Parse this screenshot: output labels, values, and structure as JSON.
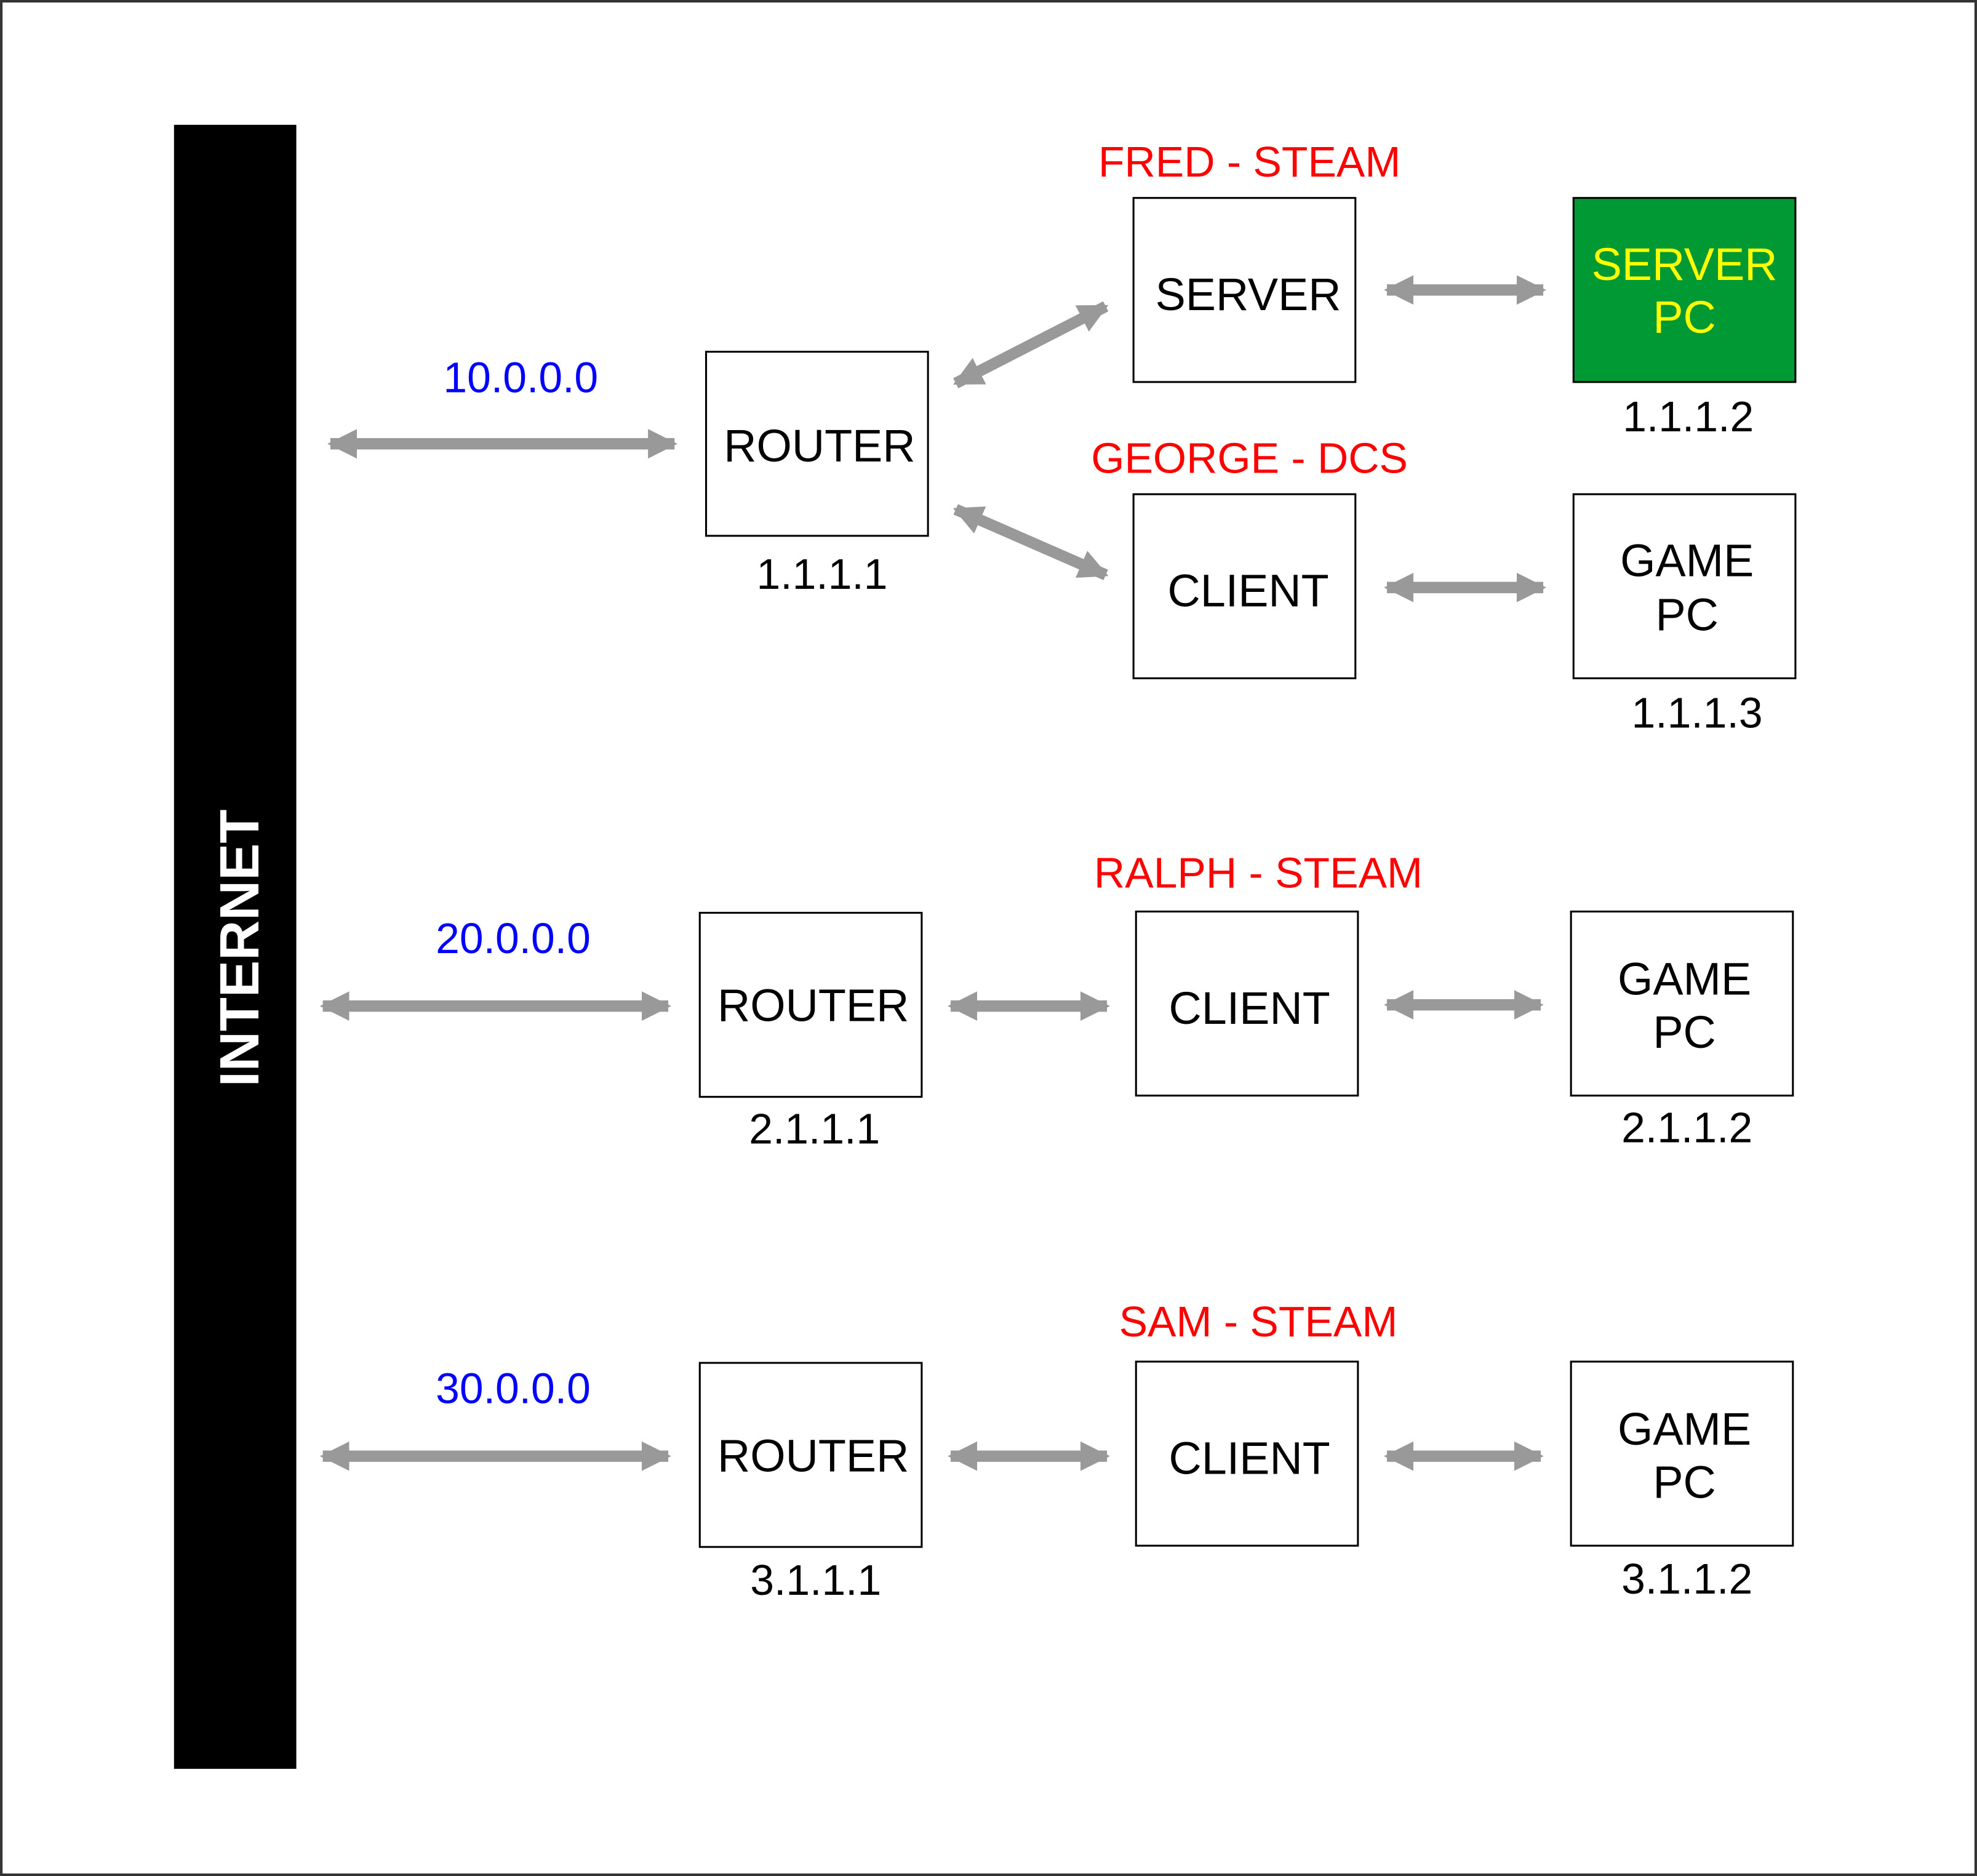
{
  "internet_label": "INTERNET",
  "colors": {
    "arrow": "#999999",
    "network_text": "#0000ff",
    "owner_text": "#ff0000",
    "ip_text": "#000000",
    "server_pc_fill": "#009933",
    "server_pc_text": "#ffff00",
    "internet_bar": "#000000"
  },
  "networks": [
    {
      "network": "10.0.0.0",
      "router": {
        "label": "ROUTER",
        "ip": "1.1.1.1"
      },
      "branches": [
        {
          "owner": "FRED - STEAM",
          "node": {
            "label": "SERVER"
          },
          "pc": {
            "lines": [
              "SERVER",
              "PC"
            ],
            "ip": "1.1.1.2",
            "highlight": true
          }
        },
        {
          "owner": "GEORGE - DCS",
          "node": {
            "label": "CLIENT"
          },
          "pc": {
            "lines": [
              "GAME",
              "PC"
            ],
            "ip": "1.1.1.3",
            "highlight": false
          }
        }
      ]
    },
    {
      "network": "20.0.0.0",
      "router": {
        "label": "ROUTER",
        "ip": "2.1.1.1"
      },
      "branches": [
        {
          "owner": "RALPH - STEAM",
          "node": {
            "label": "CLIENT"
          },
          "pc": {
            "lines": [
              "GAME",
              "PC"
            ],
            "ip": "2.1.1.2",
            "highlight": false
          }
        }
      ]
    },
    {
      "network": "30.0.0.0",
      "router": {
        "label": "ROUTER",
        "ip": "3.1.1.1"
      },
      "branches": [
        {
          "owner": "SAM - STEAM",
          "node": {
            "label": "CLIENT"
          },
          "pc": {
            "lines": [
              "GAME",
              "PC"
            ],
            "ip": "3.1.1.2",
            "highlight": false
          }
        }
      ]
    }
  ]
}
